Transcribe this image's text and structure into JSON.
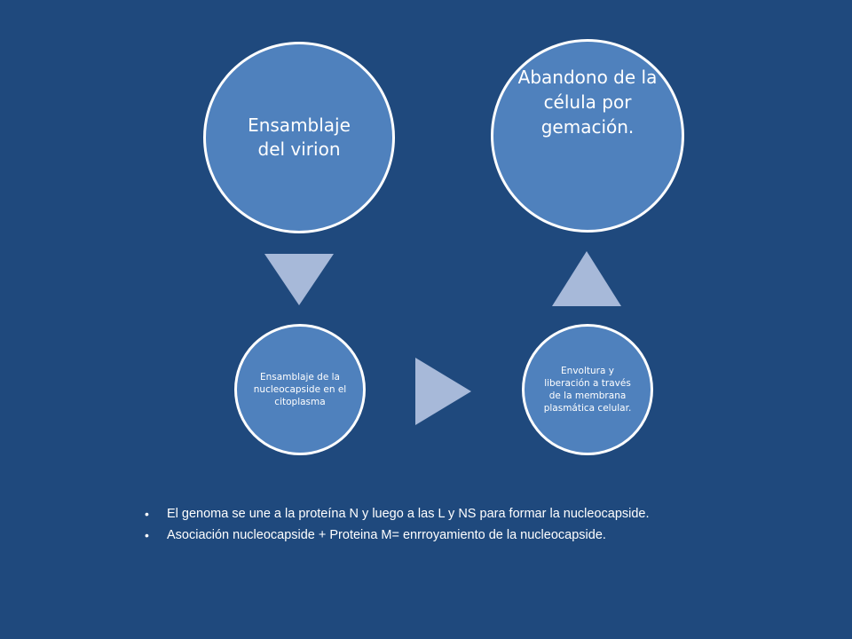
{
  "colors": {
    "background": "#1f497d",
    "circle_fill": "#4f81bd",
    "circle_border": "#ffffff",
    "arrow_fill": "#a7b9d9",
    "text": "#ffffff"
  },
  "diagram": {
    "nodes": {
      "assembly_virion": "Ensamblaje del virion",
      "exit_budding": "Abandono de la célula por gemación.",
      "nucleocapsid_assembly": "Ensamblaje de la nucleocapside en el citoplasma",
      "envelope_release": "Envoltura y liberación a través de la membrana plasmática celular."
    },
    "arrows": [
      "arrow-down",
      "arrow-right",
      "arrow-up"
    ]
  },
  "bullets": [
    {
      "marker": "•",
      "text": "El genoma se une a la proteína N y luego a las L y NS para formar la nucleocapside."
    },
    {
      "marker": "•",
      "text": "Asociación nucleocapside + Proteina M= enrroyamiento de la nucleocapside."
    }
  ]
}
